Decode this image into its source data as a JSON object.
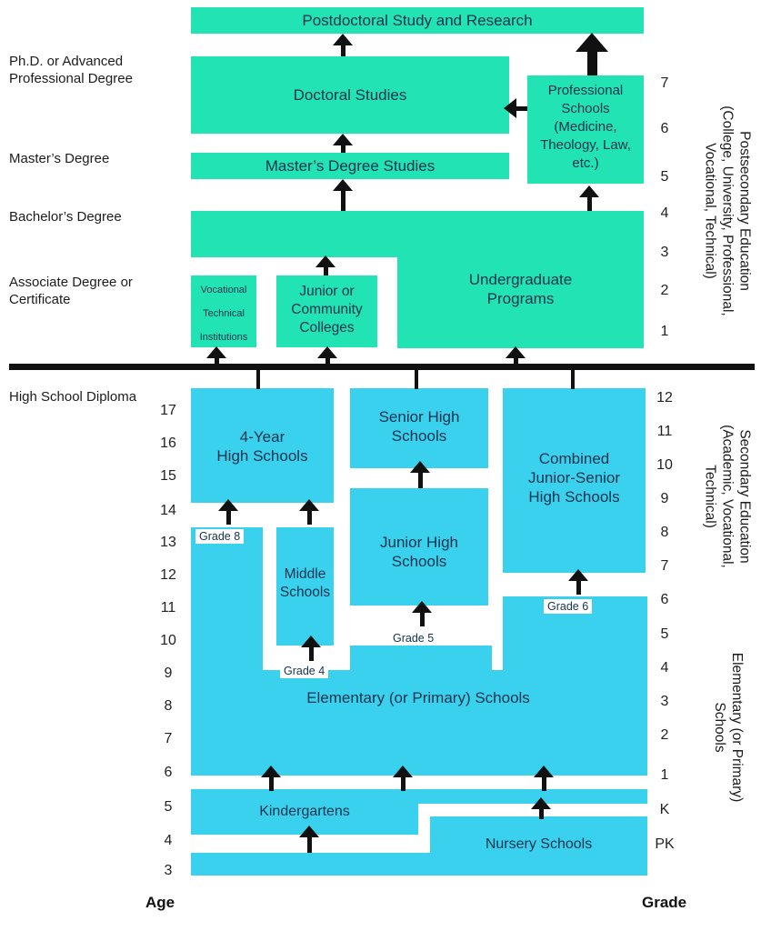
{
  "colors": {
    "postsecondary_green": "#21e3b3",
    "school_blue": "#39d1ee",
    "box_text": "#14334e",
    "arrow_black": "#111111"
  },
  "postsecondary": {
    "postdoctoral": "Postdoctoral Study and Research",
    "doctoral": "Doctoral Studies",
    "professional_lines": [
      "Professional",
      "Schools",
      "(Medicine,",
      "Theology, Law,",
      "etc.)"
    ],
    "masters": "Master’s Degree Studies",
    "undergraduate_lines": [
      "Undergraduate",
      "Programs"
    ],
    "vocational_lines": [
      "Vocational",
      "Technical",
      "Institutions"
    ],
    "junior_cc_lines": [
      "Junior or",
      "Community",
      "Colleges"
    ],
    "years": [
      "7",
      "6",
      "5",
      "4",
      "3",
      "2",
      "1"
    ],
    "side_label_lines": [
      "Postsecondary Education",
      "(College, University, Professional,",
      "Vocational, Technical)"
    ]
  },
  "left_labels": {
    "phd_lines": [
      "Ph.D. or Advanced",
      "Professional Degree"
    ],
    "masters": "Master’s Degree",
    "bachelors": "Bachelor’s Degree",
    "associate_lines": [
      "Associate Degree or",
      "Certificate"
    ],
    "hs_diploma": "High School Diploma"
  },
  "secondary": {
    "four_year_lines": [
      "4-Year",
      "High Schools"
    ],
    "senior_lines": [
      "Senior High",
      "Schools"
    ],
    "combined_lines": [
      "Combined",
      "Junior-Senior",
      "High Schools"
    ],
    "junior_lines": [
      "Junior High",
      "Schools"
    ],
    "middle_lines": [
      "Middle",
      "Schools"
    ],
    "side_label_lines": [
      "Secondary Education",
      "(Academic, Vocational,",
      "Technical)"
    ]
  },
  "elementary": {
    "main": "Elementary (or Primary) Schools",
    "kindergartens": "Kindergartens",
    "nursery": "Nursery Schools",
    "side_label_lines": [
      "Elementary (or Primary)",
      "Schools"
    ],
    "grade_chips": {
      "g8": "Grade 8",
      "g4": "Grade 4",
      "g5": "Grade 5",
      "g6": "Grade 6"
    }
  },
  "axes": {
    "ages": [
      "17",
      "16",
      "15",
      "14",
      "13",
      "12",
      "11",
      "10",
      "9",
      "8",
      "7",
      "6",
      "5",
      "4",
      "3"
    ],
    "grades": [
      "12",
      "11",
      "10",
      "9",
      "8",
      "7",
      "6",
      "5",
      "4",
      "3",
      "2",
      "1",
      "K",
      "PK"
    ],
    "age_title": "Age",
    "grade_title": "Grade"
  }
}
